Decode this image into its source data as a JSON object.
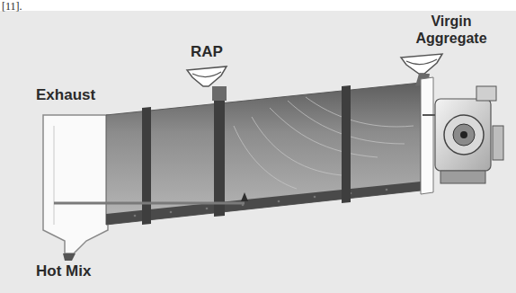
{
  "diagram": {
    "labels": [
      "[11].",
      "Exhaust",
      "RAP",
      "Virgin Aggregate",
      "Hot Mix"
    ]
  }
}
